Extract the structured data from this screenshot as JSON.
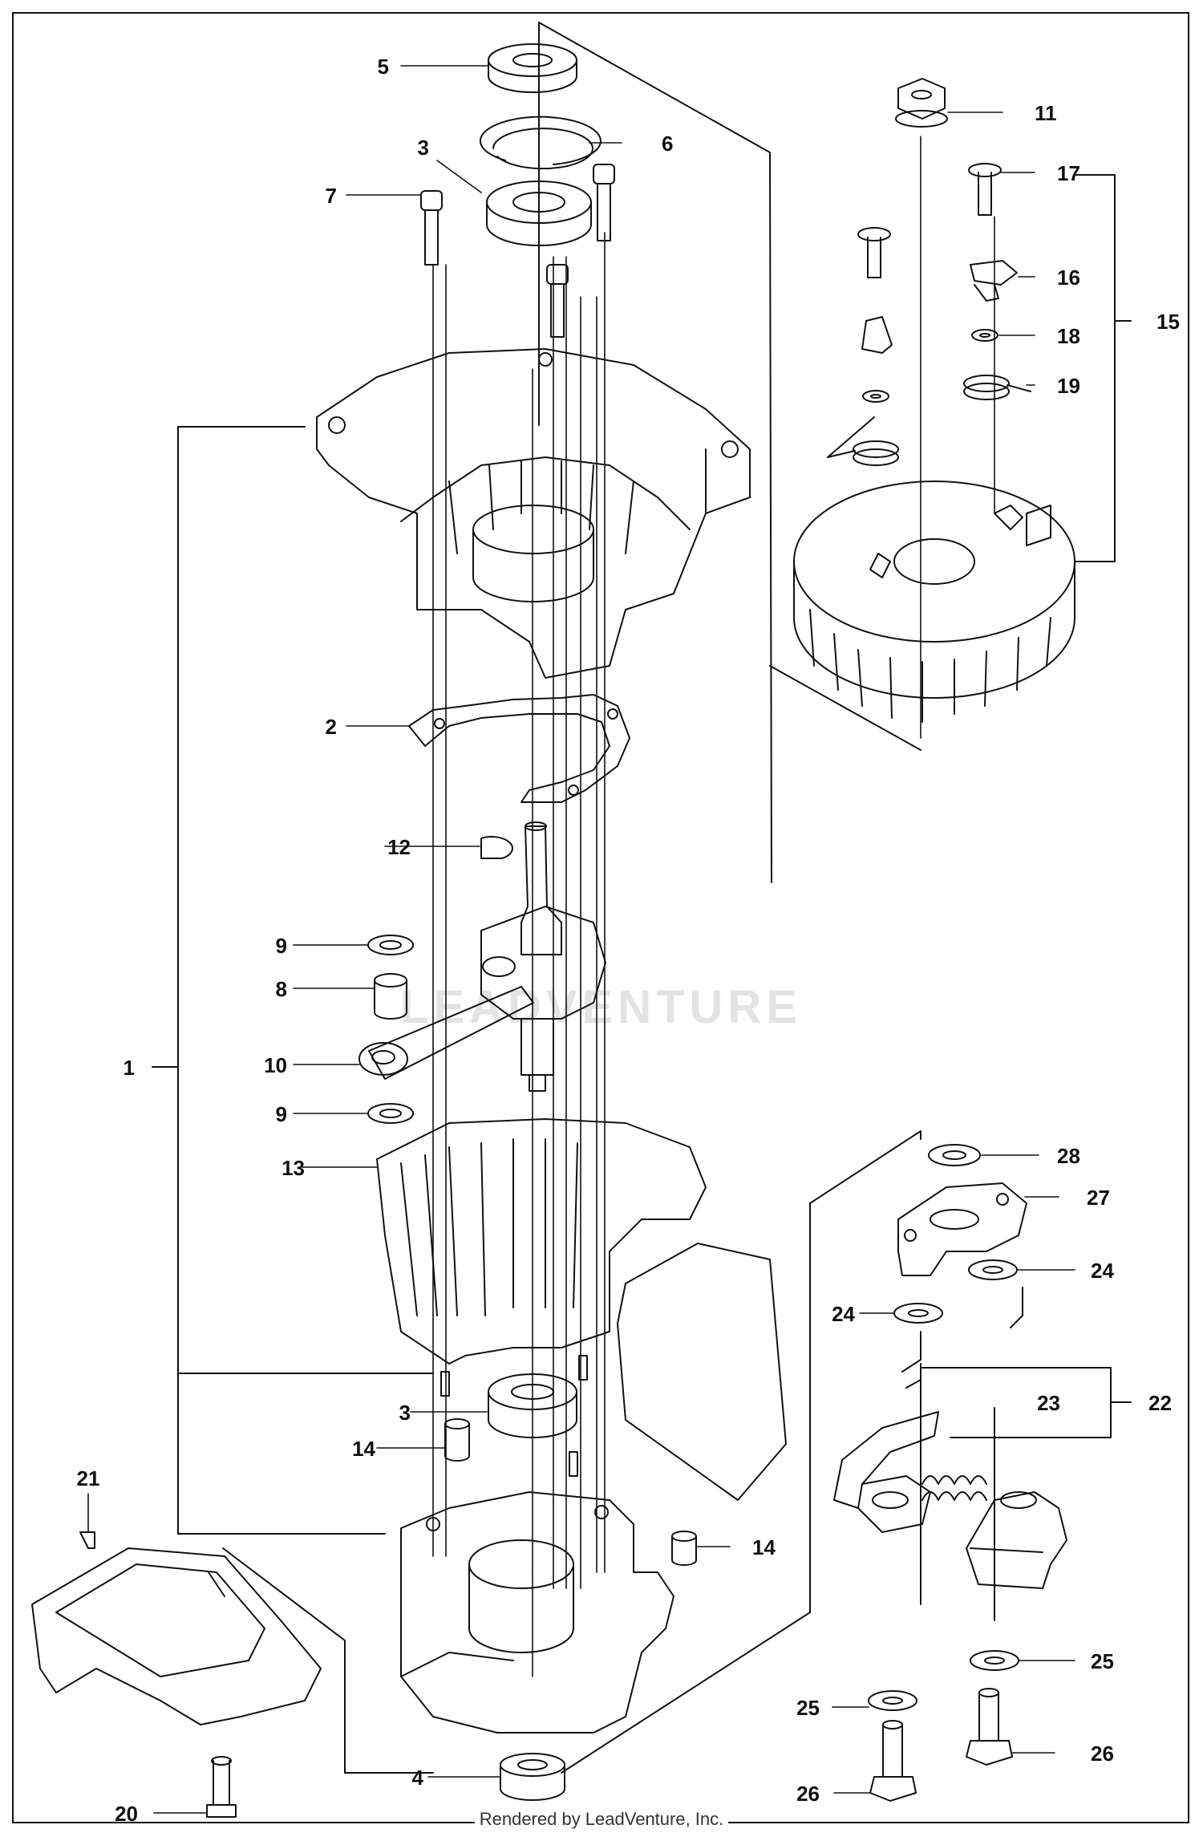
{
  "watermark": "LEADVENTURE",
  "footer": "Rendered by LeadVenture, Inc.",
  "callouts": {
    "c1": "1",
    "c2": "2",
    "c3a": "3",
    "c3b": "3",
    "c4": "4",
    "c5": "5",
    "c6": "6",
    "c7": "7",
    "c8": "8",
    "c9a": "9",
    "c9b": "9",
    "c10": "10",
    "c11": "11",
    "c12": "12",
    "c13": "13",
    "c14a": "14",
    "c14b": "14",
    "c15": "15",
    "c16": "16",
    "c17": "17",
    "c18": "18",
    "c19": "19",
    "c20": "20",
    "c21": "21",
    "c22": "22",
    "c23": "23",
    "c24a": "24",
    "c24b": "24",
    "c25a": "25",
    "c25b": "25",
    "c26a": "26",
    "c26b": "26",
    "c27": "27",
    "c28": "28"
  }
}
